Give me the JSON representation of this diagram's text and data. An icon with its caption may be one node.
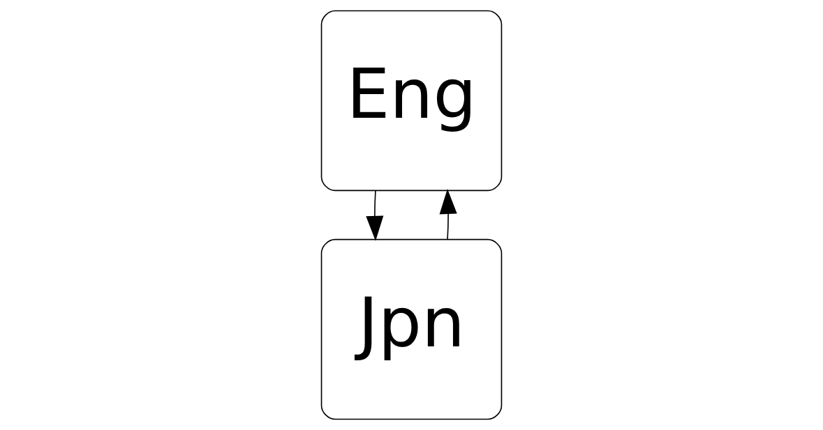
{
  "diagram": {
    "nodes": [
      {
        "text": [
          "Eng"
        ]
      },
      {
        "text": [
          "Jpn"
        ]
      }
    ],
    "edges": [
      {
        "from": 0,
        "to": 1,
        "arrow": "to"
      },
      {
        "from": 1,
        "to": 0,
        "arrow": "to"
      }
    ]
  }
}
